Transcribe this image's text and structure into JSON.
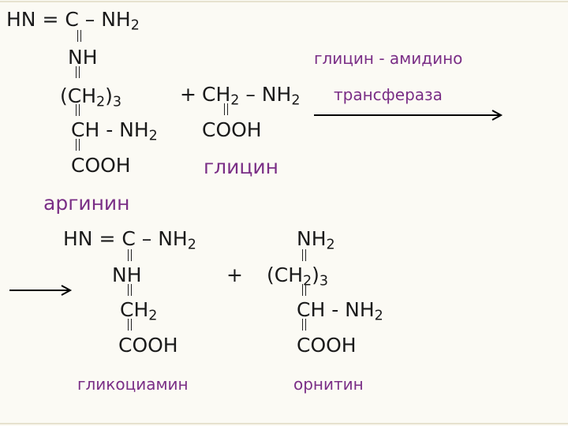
{
  "arginine": {
    "line1": "HN = C – NH",
    "line1_sub": "2",
    "nh": "NH",
    "ch2_3_open": "(CH",
    "ch2_3_sub": "2",
    "ch2_3_close": ")",
    "ch2_3_sub2": "3",
    "ch_nh2": "CH - NH",
    "ch_nh2_sub": "2",
    "cooh": "COOH",
    "name": "аргинин"
  },
  "glycine": {
    "plus": "+",
    "ch2_nh2": "CH",
    "ch2_nh2_sub": "2",
    "ch2_nh2_tail": " – NH",
    "ch2_nh2_tail_sub": "2",
    "cooh": "COOH",
    "name": "глицин"
  },
  "enzyme": {
    "line1": "глицин - амидино",
    "line2": "трансфераза"
  },
  "glycocyamine": {
    "line1": "HN = C – NH",
    "line1_sub": "2",
    "nh": "NH",
    "ch2": "CH",
    "ch2_sub": "2",
    "cooh": "COOH",
    "name": "гликоциамин"
  },
  "ornithine": {
    "plus": "+",
    "nh2": "NH",
    "nh2_sub": "2",
    "ch2_3_open": "(CH",
    "ch2_3_sub": "2",
    "ch2_3_close": ")",
    "ch2_3_sub2": "3",
    "ch_nh2": "CH - NH",
    "ch_nh2_sub": "2",
    "cooh": "COOH",
    "name": "орнитин"
  },
  "colors": {
    "background": "#fbfaf4",
    "text": "#1a1a1a",
    "name_color": "#7a2e86",
    "arrow": "#000000"
  },
  "icons": [
    "right-arrow-icon"
  ]
}
